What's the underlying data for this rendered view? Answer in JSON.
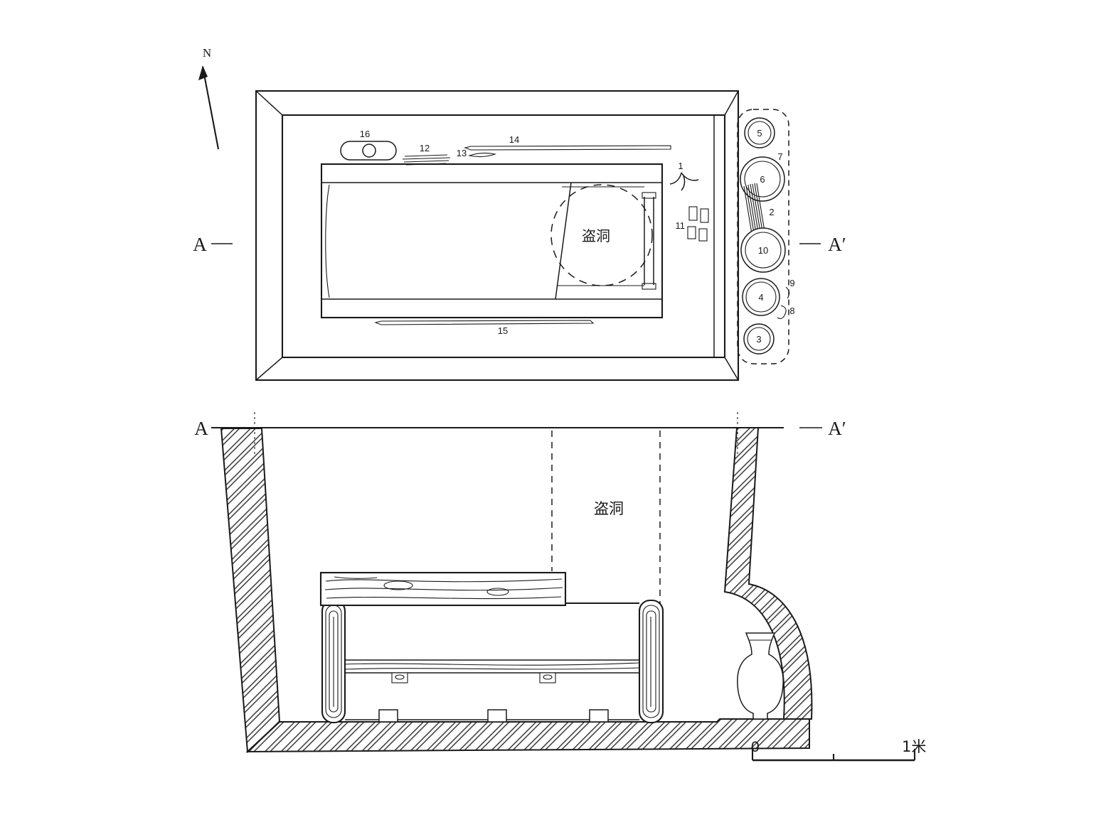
{
  "style": {
    "line_color": "#1a1a1a",
    "background": "#ffffff"
  },
  "compass": {
    "north": "N"
  },
  "plan": {
    "marker_left": "A",
    "marker_right": "A′",
    "robber_hole": "盗洞",
    "labels": {
      "l1": "1",
      "l2": "2",
      "l3": "3",
      "l4": "4",
      "l5": "5",
      "l6": "6",
      "l7": "7",
      "l8": "8",
      "l9": "9",
      "l10": "10",
      "l11": "11",
      "l12": "12",
      "l13": "13",
      "l14": "14",
      "l15": "15",
      "l16": "16"
    }
  },
  "section": {
    "marker_left": "A",
    "marker_right": "A′",
    "robber_hole": "盗洞",
    "scale": {
      "zero": "0",
      "unit": "1米"
    }
  }
}
